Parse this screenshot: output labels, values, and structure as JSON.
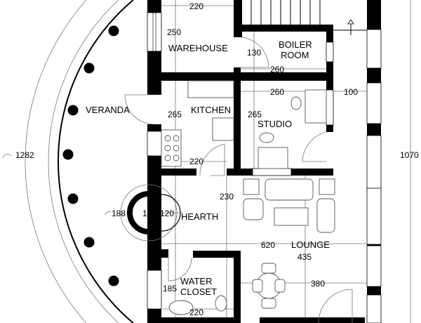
{
  "rooms": {
    "warehouse": "WAREHOUSE",
    "boiler_line1": "BOILER",
    "boiler_line2": "ROOM",
    "veranda": "VERANDA",
    "kitchen": "KITCHEN",
    "studio": "STUDIO",
    "hearth": "HEARTH",
    "lounge": "LOUNGE",
    "wc_line1": "WATER",
    "wc_line2": "CLOSET"
  },
  "dimensions": {
    "warehouse_width": "220",
    "warehouse_depth": "250",
    "boiler_depth": "130",
    "boiler_width": "260",
    "studio_width": "260",
    "corridor_width": "100",
    "kitchen_depth": "265",
    "studio_depth": "265",
    "kitchen_width": "220",
    "veranda_radius": "1282",
    "overall_length": "1070",
    "hearth_depth": "230",
    "hearth_radius": "188",
    "hearth_inner": "145",
    "hearth_width": "120",
    "lounge_width": "620",
    "lounge_depth": "435",
    "dining_width": "380",
    "wc_depth": "185",
    "wc_width": "220"
  },
  "colors": {
    "wall": "#000000",
    "dimension_line": "#777777"
  }
}
